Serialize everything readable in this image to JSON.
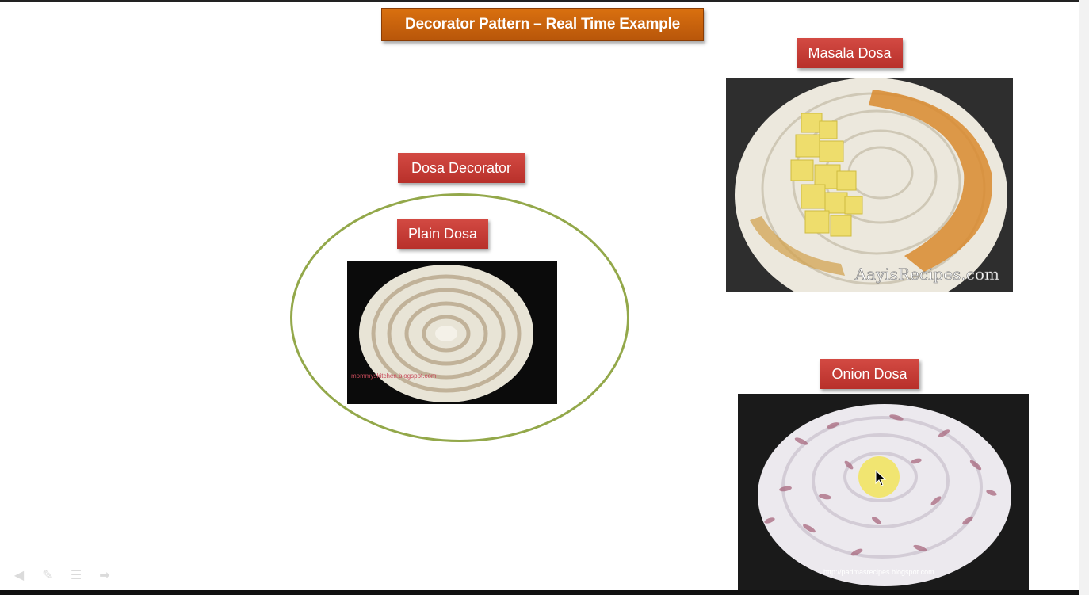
{
  "slide": {
    "title": "Decorator Pattern – Real Time Example"
  },
  "labels": {
    "masala": "Masala Dosa",
    "decorator": "Dosa Decorator",
    "plain": "Plain Dosa",
    "onion": "Onion Dosa"
  },
  "watermarks": {
    "plain": "mommyskitchen.blogspot.com",
    "masala": "AayisRecipes.com",
    "onion": "http://padmasrecipes.blogspot.com"
  },
  "colors": {
    "title_bg": "#c9620c",
    "label_bg": "#c53a33",
    "ellipse": "#93a84a"
  },
  "controls": {
    "icons": [
      "back-arrow-icon",
      "pen-icon",
      "menu-icon",
      "forward-arrow-icon"
    ]
  }
}
